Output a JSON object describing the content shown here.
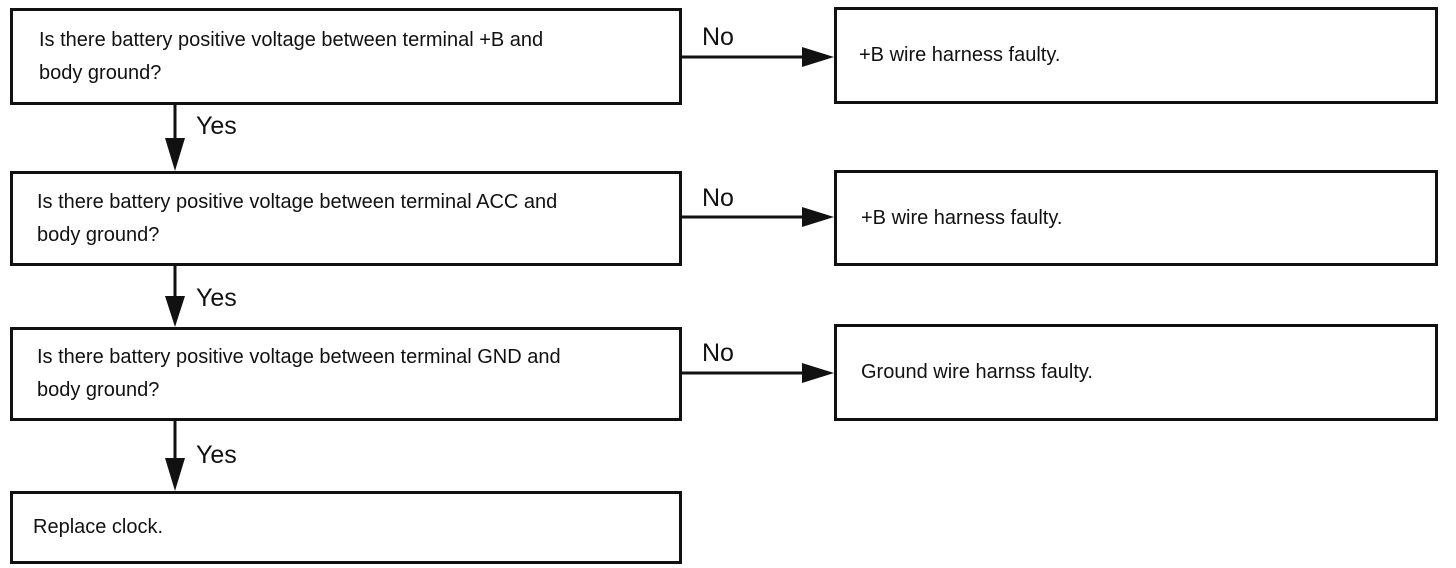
{
  "steps": [
    {
      "question_line1": "Is there battery positive voltage between terminal +B and",
      "question_line2": "body ground?",
      "no_label": "No",
      "yes_label": "Yes",
      "no_result": "+B wire harness faulty."
    },
    {
      "question_line1": "Is there battery positive voltage between terminal ACC and",
      "question_line2": "body ground?",
      "no_label": "No",
      "yes_label": "Yes",
      "no_result": "+B wire harness faulty."
    },
    {
      "question_line1": "Is there battery positive voltage between terminal GND and",
      "question_line2": "body ground?",
      "no_label": "No",
      "yes_label": "Yes",
      "no_result": "Ground wire harnss faulty."
    }
  ],
  "final_action": "Replace clock.",
  "colors": {
    "line": "#111111",
    "background": "#ffffff"
  }
}
